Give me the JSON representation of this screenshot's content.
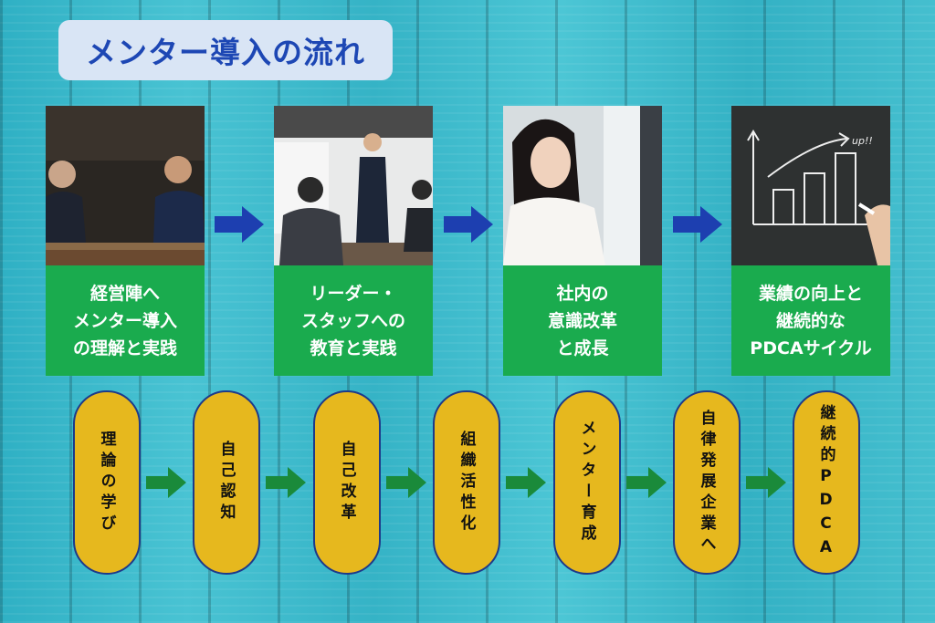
{
  "title": "メンター導入の流れ",
  "steps": [
    {
      "caption": "経営陣へ\nメンター導入\nの理解と実践",
      "photo": "executives-meeting-photo"
    },
    {
      "caption": "リーダー・\nスタッフへの\n教育と実践",
      "photo": "presentation-training-photo"
    },
    {
      "caption": "社内の\n意識改革\nと成長",
      "photo": "smiling-employee-photo"
    },
    {
      "caption": "業績の向上と\n継続的な\nPDCAサイクル",
      "photo": "growth-chart-blackboard-photo"
    }
  ],
  "chart_annotation": "up!!",
  "flow": [
    "理論の学び",
    "自己認知",
    "自己改革",
    "組織活性化",
    "メンター育成",
    "自律発展企業へ",
    "継続的PDCA"
  ],
  "colors": {
    "title_text": "#1d47b4",
    "caption_bg": "#1aab4e",
    "pill_bg": "#e6b81e",
    "blue_arrow": "#1d3fb0",
    "green_arrow": "#1a8a3a"
  },
  "icons": {
    "step_arrow": "right-arrow-icon",
    "flow_arrow": "right-arrow-icon"
  }
}
